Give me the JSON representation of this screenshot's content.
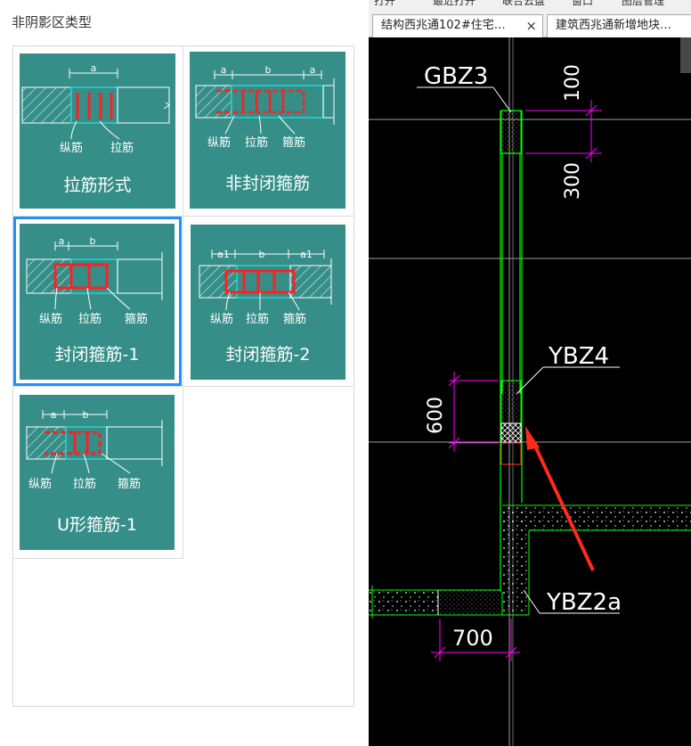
{
  "left_panel": {
    "title": "非阴影区类型",
    "tiles": [
      {
        "caption": "拉筋形式",
        "dims": [
          "a"
        ],
        "labels": [
          "纵筋",
          "拉筋"
        ],
        "selected": false
      },
      {
        "caption": "非封闭箍筋",
        "dims": [
          "a",
          "b",
          "a"
        ],
        "labels": [
          "纵筋",
          "拉筋",
          "箍筋"
        ],
        "selected": false
      },
      {
        "caption": "封闭箍筋-1",
        "dims": [
          "a",
          "b"
        ],
        "labels": [
          "纵筋",
          "拉筋",
          "箍筋"
        ],
        "selected": true
      },
      {
        "caption": "封闭箍筋-2",
        "dims": [
          "a1",
          "b",
          "a1"
        ],
        "labels": [
          "纵筋",
          "拉筋",
          "箍筋"
        ],
        "selected": false
      },
      {
        "caption": "U形箍筋-1",
        "dims": [
          "a",
          "b"
        ],
        "labels": [
          "纵筋",
          "拉筋",
          "箍筋"
        ],
        "selected": false
      }
    ]
  },
  "cad": {
    "tabs": [
      {
        "label": "结构西兆通102#住宅…",
        "close": "×",
        "active": true
      },
      {
        "label": "建筑西兆通新增地块…",
        "close": "",
        "active": false
      }
    ],
    "menu": [
      "打开",
      "最近打开",
      "联合云盘",
      "窗口",
      "图层管理"
    ],
    "labels": {
      "gbz3": "GBZ3",
      "ybz4": "YBZ4",
      "ybz2a": "YBZ2a"
    },
    "dims": {
      "d100": "100",
      "d300": "300",
      "d600": "600",
      "d700": "700"
    },
    "colors": {
      "background": "#000000",
      "wall": "#00ff00",
      "dimension": "#ff00ff",
      "leader": "#ffffff",
      "arrow": "#ff2a1a",
      "hatch_red": "#ff3b1e"
    }
  }
}
